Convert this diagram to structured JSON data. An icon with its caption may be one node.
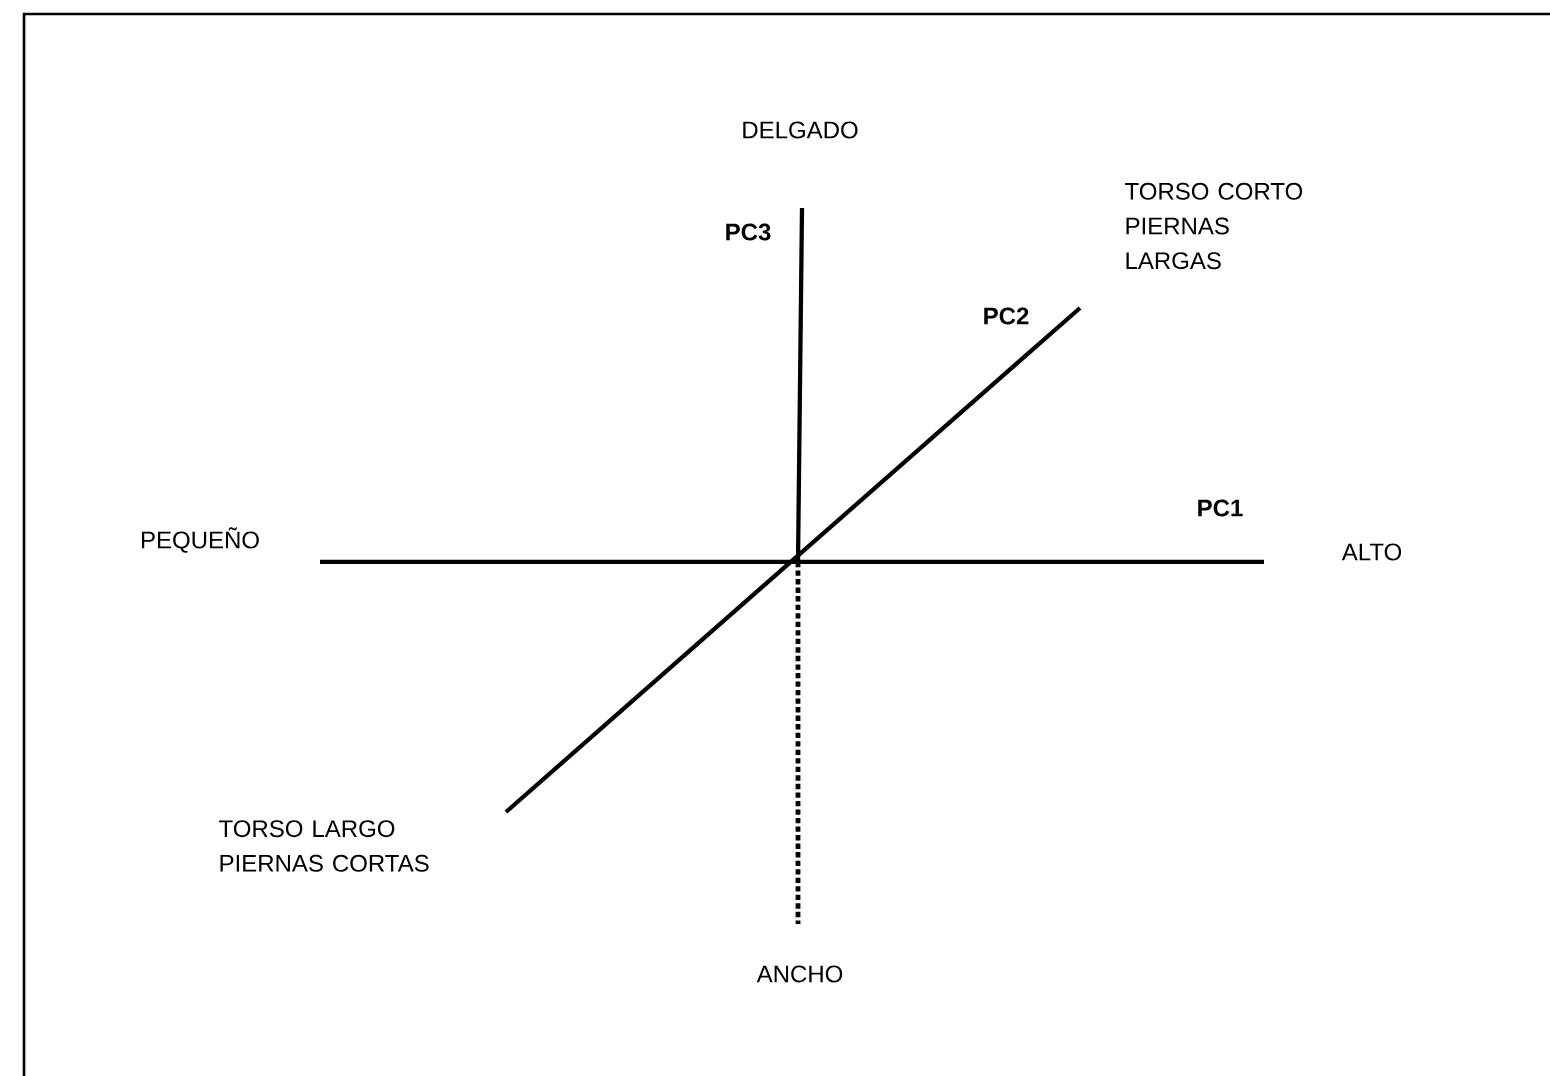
{
  "diagram": {
    "labels": [
      "DELGADO",
      "PC3",
      "TORSO CORTO PIERNAS LARGAS",
      "PC2",
      "PEQUEÑO",
      "PC1",
      "ALTO",
      "TORSO LARGO PIERNAS CORTAS",
      "ANCHO"
    ]
  }
}
